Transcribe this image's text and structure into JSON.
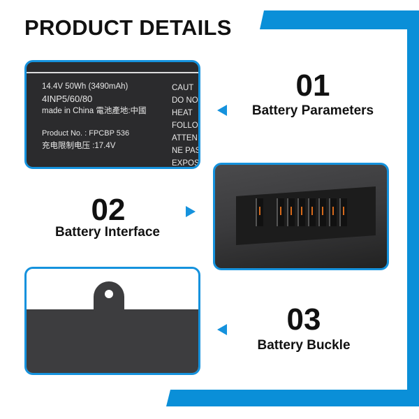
{
  "title": "PRODUCT DETAILS",
  "colors": {
    "accent": "#0a8fd8",
    "text": "#111111"
  },
  "features": [
    {
      "number": "01",
      "caption": "Battery Parameters",
      "arrow": "left"
    },
    {
      "number": "02",
      "caption": "Battery Interface",
      "arrow": "right"
    },
    {
      "number": "03",
      "caption": "Battery Buckle",
      "arrow": "left"
    }
  ],
  "label": {
    "line1": "14.4V   50Wh (3490mAh)",
    "line2": "4INP5/60/80",
    "line3": "made in China  電池產地:中國",
    "line4": "Product No. : FPCBP 536",
    "line5": "充电限制电压 :17.4V",
    "warnings": [
      "CAUT",
      "DO NO",
      "HEAT",
      "FOLLO",
      "ATTEN",
      "NE PAS",
      "EXPOS"
    ]
  }
}
